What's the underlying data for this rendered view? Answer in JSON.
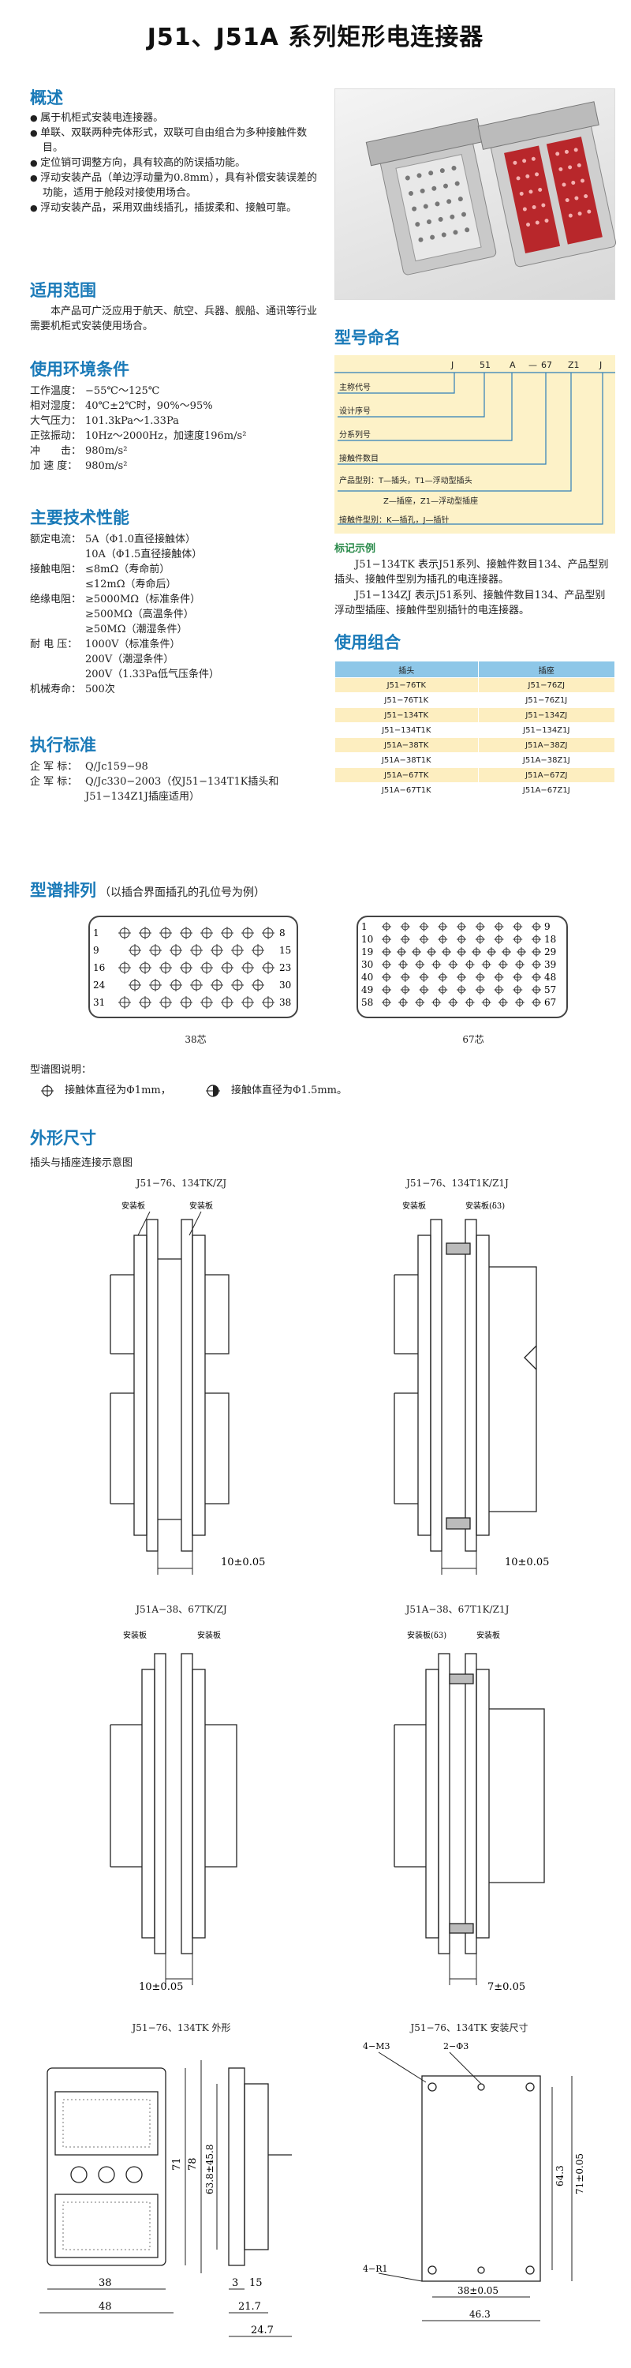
{
  "title": "J51、J51A 系列矩形电连接器",
  "overview": {
    "heading": "概述",
    "items": [
      "属于机柜式安装电连接器。",
      "单联、双联两种壳体形式，双联可自由组合为多种接触件数目。",
      "定位销可调整方向，具有较高的防误插功能。",
      "浮动安装产品（单边浮动量为0.8mm），具有补偿安装误差的功能，适用于舱段对接使用场合。",
      "浮动安装产品，采用双曲线插孔，插拔柔和、接触可靠。"
    ]
  },
  "scope": {
    "heading": "适用范围",
    "text": "本产品可广泛应用于航天、航空、兵器、舰船、通讯等行业需要机柜式安装使用场合。"
  },
  "env": {
    "heading": "使用环境条件",
    "rows": [
      {
        "k": "工作温度：",
        "v": "−55℃～125℃"
      },
      {
        "k": "相对湿度：",
        "v": "40℃±2℃时，90%～95%"
      },
      {
        "k": "大气压力：",
        "v": "101.3kPa～1.33Pa"
      },
      {
        "k": "正弦振动：",
        "v": "10Hz～2000Hz，加速度196m/s²"
      },
      {
        "k": "冲　　击：",
        "v": "980m/s²"
      },
      {
        "k": "加 速 度：",
        "v": "980m/s²"
      }
    ]
  },
  "tech": {
    "heading": "主要技术性能",
    "rows": [
      {
        "k": "额定电流：",
        "v": "5A（Φ1.0直径接触体）"
      },
      {
        "k": "",
        "v": "10A（Φ1.5直径接触体）"
      },
      {
        "k": "接触电阻：",
        "v": "≤8mΩ（寿命前）"
      },
      {
        "k": "",
        "v": "≤12mΩ（寿命后）"
      },
      {
        "k": "绝缘电阻：",
        "v": "≥5000MΩ（标准条件）"
      },
      {
        "k": "",
        "v": "≥500MΩ（高温条件）"
      },
      {
        "k": "",
        "v": "≥50MΩ（潮湿条件）"
      },
      {
        "k": "耐 电 压：",
        "v": "1000V（标准条件）"
      },
      {
        "k": "",
        "v": "200V（潮湿条件）"
      },
      {
        "k": "",
        "v": "200V（1.33Pa低气压条件）"
      },
      {
        "k": "机械寿命：",
        "v": "500次"
      }
    ]
  },
  "standard": {
    "heading": "执行标准",
    "rows": [
      {
        "k": "企 军 标：",
        "v": "Q/Jc159−98"
      },
      {
        "k": "企 军 标：",
        "v": "Q/Jc330−2003（仅J51−134T1K插头和J51−134Z1J插座适用）"
      }
    ]
  },
  "naming": {
    "heading": "型号命名",
    "header_codes": [
      "J",
      "51",
      "A",
      "—",
      "67",
      "Z1",
      "J"
    ],
    "labels": [
      "主称代号",
      "设计序号",
      "分系列号",
      "接触件数目",
      "产品型别：T—插头，T1—浮动型插头",
      "Z—插座，Z1—浮动型插座",
      "接触件型别：K—插孔，J—插针"
    ]
  },
  "example": {
    "heading": "标记示例",
    "lines": [
      "J51−134TK 表示J51系列、接触件数目134、产品型别插头、接触件型别为插孔的电连接器。",
      "J51−134ZJ 表示J51系列、接触件数目134、产品型别浮动型插座、接触件型别插针的电连接器。"
    ]
  },
  "combo": {
    "heading": "使用组合",
    "columns": [
      "插头",
      "插座"
    ],
    "rows": [
      [
        "J51−76TK",
        "J51−76ZJ"
      ],
      [
        "J51−76T1K",
        "J51−76Z1J"
      ],
      [
        "J51−134TK",
        "J51−134ZJ"
      ],
      [
        "J51−134T1K",
        "J51−134Z1J"
      ],
      [
        "J51A−38TK",
        "J51A−38ZJ"
      ],
      [
        "J51A−38T1K",
        "J51A−38Z1J"
      ],
      [
        "J51A−67TK",
        "J51A−67ZJ"
      ],
      [
        "J51A−67T1K",
        "J51A−67Z1J"
      ]
    ]
  },
  "pinout": {
    "heading": "型谱排列",
    "subheading": "（以插合界面插孔的孔位号为例）",
    "left_caption": "38芯",
    "right_caption": "67芯",
    "left_numbers": [
      "1",
      "8",
      "9",
      "15",
      "16",
      "23",
      "24",
      "30",
      "31",
      "38"
    ],
    "right_numbers": [
      "1",
      "9",
      "10",
      "18",
      "19",
      "29",
      "30",
      "39",
      "40",
      "48",
      "49",
      "57",
      "58",
      "67"
    ],
    "legend_title": "型谱图说明：",
    "legend_1": "接触体直径为Φ1mm，",
    "legend_2": "接触体直径为Φ1.5mm。"
  },
  "outline": {
    "heading": "外形尺寸",
    "subheading": "插头与插座连接示意图",
    "d1_title": "J51−76、134TK/ZJ",
    "d2_title": "J51−76、134T1K/Z1J",
    "d3_title": "J51A−38、67TK/ZJ",
    "d4_title": "J51A−38、67T1K/Z1J",
    "d5_title": "J51−76、134TK 外形",
    "d6_title": "J51−76、134TK 安装尺寸",
    "mount_label": "安装板",
    "mount_label_d3": "安装板(δ3)",
    "dim_10": "10±0.05",
    "dim_7": "7±0.05",
    "dims5": [
      "71",
      "78",
      "63.8±45.8",
      "38",
      "48",
      "3",
      "15",
      "21.7",
      "24.7"
    ],
    "dims6": [
      "4−M3",
      "2−Φ3",
      "64.3",
      "71±0.05",
      "4−R1",
      "38±0.05",
      "46.3"
    ]
  }
}
